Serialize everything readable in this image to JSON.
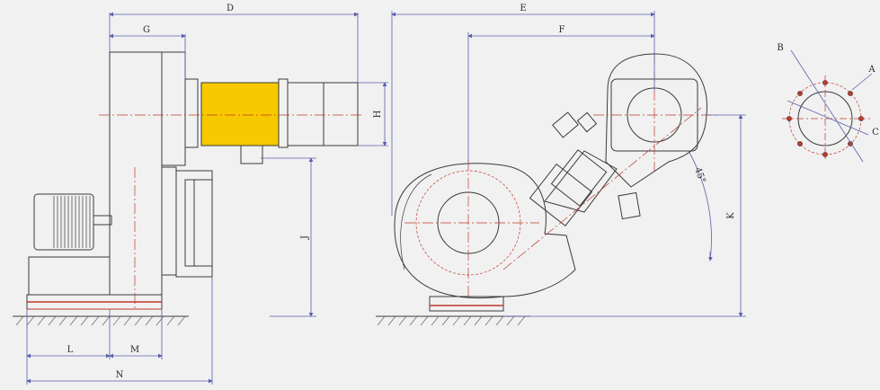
{
  "colors": {
    "background": "#f1f1f1",
    "outline": "#3a3a3a",
    "dimension": "#5b5fae",
    "centerline": "#c0392b",
    "highlight": "#f7c900"
  },
  "labels": {
    "D": "D",
    "E": "E",
    "F": "F",
    "G": "G",
    "H": "H",
    "J": "J",
    "K": "K",
    "L": "L",
    "M": "M",
    "N": "N",
    "A": "A",
    "B": "B",
    "C": "C",
    "angle": "45°"
  },
  "icons": {
    "ground": "ground-hatch-icon",
    "bolt": "bolt-hole-icon"
  }
}
